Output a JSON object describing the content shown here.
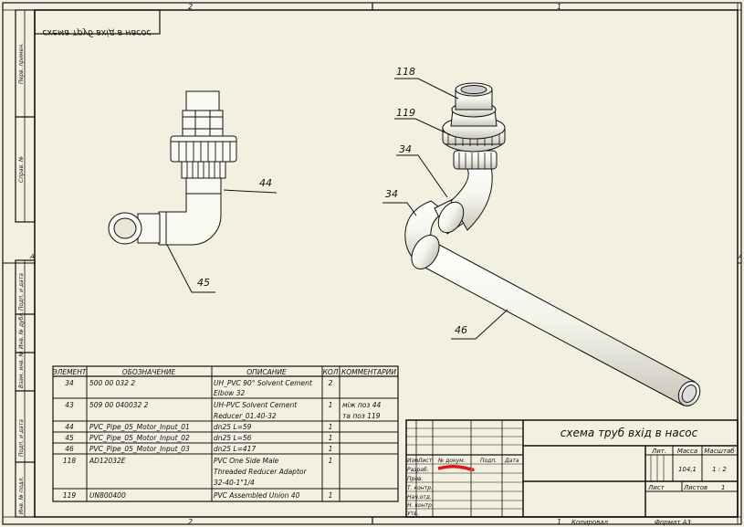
{
  "border": {
    "zone_top_left": "2",
    "zone_top_right": "1",
    "zone_bottom_left": "2",
    "zone_bottom_right": "1",
    "zone_left_mid": "A",
    "zone_right_mid": "A"
  },
  "mirrored_title": "схема труб вхід в насос",
  "left_strip": {
    "upper": [
      "Перв. примен.",
      "Справ. №"
    ],
    "lower": [
      "Подп. и дата",
      "Инв. № дубл.",
      "Взам. инв. №",
      "Подп. и дата",
      "Инв. № подл."
    ]
  },
  "callouts": {
    "c44": "44",
    "c45": "45",
    "c118": "118",
    "c119": "119",
    "c34a": "34",
    "c34b": "34",
    "c46": "46"
  },
  "bom": {
    "headers": [
      "ЭЛЕМЕНТ",
      "ОБОЗНАЧЕНИЕ",
      "ОПИСАНИЕ",
      "КОЛ",
      "КОММЕНТАРИИ"
    ],
    "rows": [
      {
        "item": "34",
        "code": "500 00 032 2",
        "desc1": "UH_PVC 90° Solvent Cement",
        "desc2": "Elbow 32",
        "qty": "2",
        "c1": "",
        "c2": ""
      },
      {
        "item": "43",
        "code": "509 00 040032 2",
        "desc1": "UH-PVC Solvent Cement",
        "desc2": "Reducer_01.40-32",
        "qty": "1",
        "c1": "між поз 44",
        "c2": "та поз 119"
      },
      {
        "item": "44",
        "code": "PVC_Pipe_05_Motor_Input_01",
        "desc1": "dn25 L=59",
        "desc2": "",
        "qty": "1",
        "c1": "",
        "c2": ""
      },
      {
        "item": "45",
        "code": "PVC_Pipe_05_Motor_Input_02",
        "desc1": "dn25 L=56",
        "desc2": "",
        "qty": "1",
        "c1": "",
        "c2": ""
      },
      {
        "item": "46",
        "code": "PVC_Pipe_05_Motor_Input_03",
        "desc1": "dn25 L=417",
        "desc2": "",
        "qty": "1",
        "c1": "",
        "c2": ""
      },
      {
        "item": "118",
        "code": "AD12032E",
        "desc1": "PVC One Side Male",
        "desc2": "Threaded Reducer Adaptor",
        "desc3": "32-40-1\"1/4",
        "qty": "1",
        "c1": "",
        "c2": ""
      },
      {
        "item": "119",
        "code": "UN800400",
        "desc1": "PVC Assembled Union 40",
        "desc2": "",
        "qty": "1",
        "c1": "",
        "c2": ""
      }
    ]
  },
  "title_block": {
    "title": "схема труб вхід в насос",
    "rev_headers": [
      "Изм.",
      "Лист",
      "№ докум.",
      "Подп.",
      "Дата"
    ],
    "role_labels": [
      "Разраб.",
      "Пров.",
      "Т. контр.",
      "Нач.отд.",
      "Н. контр.",
      "Утв."
    ],
    "col_lit": "Лит.",
    "col_mass": "Масса",
    "col_scale": "Масштаб",
    "mass": "104,1",
    "scale": "1 : 2",
    "sheet_label": "Лист",
    "sheets_label": "Листов",
    "sheets_count": "1",
    "copied": "Копировал",
    "format": "Формат А3"
  },
  "colors": {
    "paper": "#f2f0e1",
    "line": "#111111",
    "signature": "#e0141e"
  }
}
